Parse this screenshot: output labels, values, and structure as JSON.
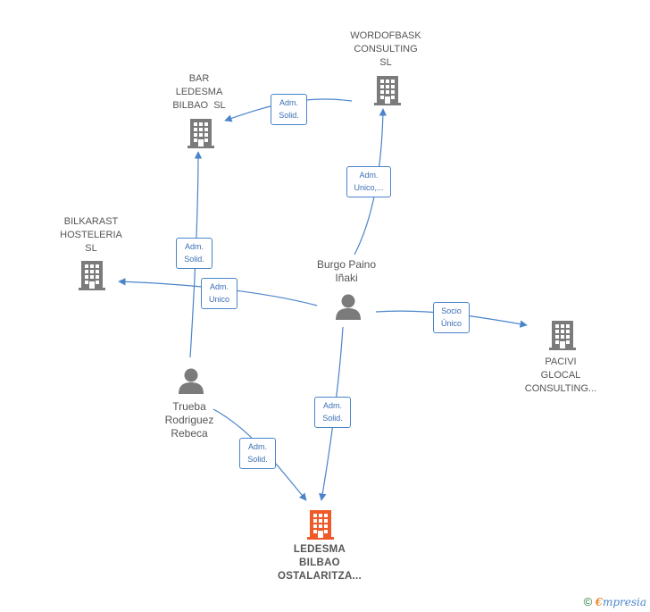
{
  "nodes": {
    "wordofbask": {
      "line1": "WORDOFBASK",
      "line2": "CONSULTING",
      "line3": "SL"
    },
    "bar_ledesma": {
      "line1": "BAR",
      "line2": "LEDESMA",
      "line3": "BILBAO  SL"
    },
    "bilkarast": {
      "line1": "BILKARAST",
      "line2": "HOSTELERIA",
      "line3": "SL"
    },
    "burgo": {
      "line1": "Burgo Paino",
      "line2": "Iñaki"
    },
    "pacivi": {
      "line1": "PACIVI",
      "line2": "GLOCAL",
      "line3": "CONSULTING..."
    },
    "trueba": {
      "line1": "Trueba",
      "line2": "Rodriguez",
      "line3": "Rebeca"
    },
    "ledesma_main": {
      "line1": "LEDESMA",
      "line2": "BILBAO",
      "line3": "OSTALARITZA..."
    }
  },
  "edges": {
    "wordofbask_to_bar": {
      "line1": "Adm.",
      "line2": "Solid."
    },
    "burgo_to_wordofbask": {
      "line1": "Adm.",
      "line2": "Unico,..."
    },
    "trueba_to_bar": {
      "line1": "Adm.",
      "line2": "Solid."
    },
    "burgo_to_bilkarast": {
      "line1": "Adm.",
      "line2": "Unico"
    },
    "burgo_to_pacivi": {
      "line1": "Socio",
      "line2": "Único"
    },
    "burgo_to_ledesma": {
      "line1": "Adm.",
      "line2": "Solid."
    },
    "trueba_to_ledesma": {
      "line1": "Adm.",
      "line2": "Solid."
    }
  },
  "colors": {
    "edge": "#4a84c9",
    "building": "#7b7b7b",
    "building_main": "#f05a28",
    "person": "#7b7b7b"
  },
  "footer": {
    "symbol": "©",
    "brand_e": "€",
    "brand_rest": "mpresia"
  },
  "icons": {
    "company": "building-icon",
    "main_company": "building-icon-highlighted",
    "person": "person-icon"
  }
}
